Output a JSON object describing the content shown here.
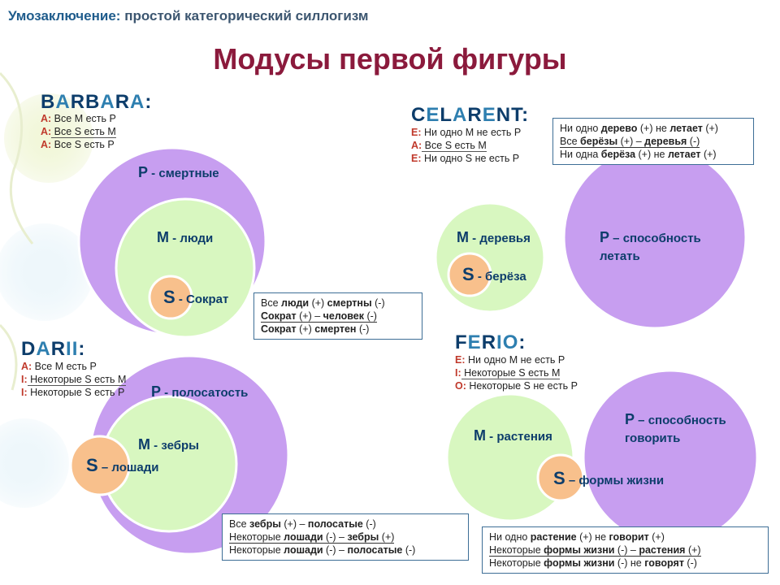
{
  "header": {
    "lead": "Умозаключение:",
    "rest": " простой категорический силлогизм"
  },
  "title": "Модусы первой фигуры",
  "modes": {
    "barbara": {
      "name": [
        {
          "t": "B",
          "k": "c"
        },
        {
          "t": "A",
          "k": "v"
        },
        {
          "t": "RB",
          "k": "c"
        },
        {
          "t": "A",
          "k": "v"
        },
        {
          "t": "R",
          "k": "c"
        },
        {
          "t": "A",
          "k": "v"
        },
        {
          "t": ":",
          "k": "c"
        }
      ],
      "premises": [
        {
          "l": "A:",
          "t": " Все М есть Р",
          "u": false
        },
        {
          "l": "A:",
          "t": " Все S есть М",
          "u": true
        },
        {
          "l": "A:",
          "t": " Все S есть Р",
          "u": false
        }
      ],
      "terms": {
        "P": {
          "letter": "Р",
          "label": " - смертные"
        },
        "M": {
          "letter": "М",
          "label": " - люди"
        },
        "S": {
          "letter": "S",
          "label": " - Сократ"
        }
      },
      "example": [
        {
          "html": "Все <b>люди</b> (+) <b>смертны</b> (-)",
          "u": false
        },
        {
          "html": "<b>Сократ</b> (+) – <b>человек</b> (-)",
          "u": true
        },
        {
          "html": "<b>Сократ</b> (+) <b>смертен</b> (-)",
          "u": false
        }
      ]
    },
    "celarent": {
      "name": [
        {
          "t": "C",
          "k": "c"
        },
        {
          "t": "E",
          "k": "v"
        },
        {
          "t": "L",
          "k": "c"
        },
        {
          "t": "A",
          "k": "v"
        },
        {
          "t": "R",
          "k": "c"
        },
        {
          "t": "E",
          "k": "v"
        },
        {
          "t": "NT:",
          "k": "c"
        }
      ],
      "premises": [
        {
          "l": "E:",
          "t": " Ни одно М не есть Р",
          "u": false
        },
        {
          "l": "A:",
          "t": " Все S есть М",
          "u": true
        },
        {
          "l": "E:",
          "t": " Ни одно S не есть Р",
          "u": false
        }
      ],
      "terms": {
        "P": {
          "letter": "Р",
          "label": " – способность летать"
        },
        "M": {
          "letter": "М",
          "label": " - деревья"
        },
        "S": {
          "letter": "S",
          "label": " - берёза"
        }
      },
      "example": [
        {
          "html": "Ни одно <b>дерево</b> (+) не <b>летает</b> (+)",
          "u": false
        },
        {
          "html": "Все <b>берёзы</b> (+) – <b>деревья</b> (-)",
          "u": true
        },
        {
          "html": "Ни одна <b>берёза</b> (+) не <b>летает</b> (+)",
          "u": false
        }
      ]
    },
    "darii": {
      "name": [
        {
          "t": "D",
          "k": "c"
        },
        {
          "t": "A",
          "k": "v"
        },
        {
          "t": "R",
          "k": "c"
        },
        {
          "t": "II",
          "k": "v"
        },
        {
          "t": ":",
          "k": "c"
        }
      ],
      "premises": [
        {
          "l": "A:",
          "t": " Все М есть Р",
          "u": false
        },
        {
          "l": "I:",
          "t": " Некоторые S есть М",
          "u": true
        },
        {
          "l": "I:",
          "t": " Некоторые S есть Р",
          "u": false
        }
      ],
      "terms": {
        "P": {
          "letter": "Р",
          "label": " - полосатость"
        },
        "M": {
          "letter": "М",
          "label": " - зебры"
        },
        "S": {
          "letter": "S",
          "label": " – лошади"
        }
      },
      "example": [
        {
          "html": "Все <b>зебры</b> (+) – <b>полосатые</b> (-)",
          "u": false
        },
        {
          "html": "Некоторые <b>лошади</b> (-) – <b>зебры</b> (+)",
          "u": true
        },
        {
          "html": "Некоторые <b>лошади</b> (-) – <b>полосатые</b> (-)",
          "u": false
        }
      ]
    },
    "ferio": {
      "name": [
        {
          "t": "F",
          "k": "c"
        },
        {
          "t": "E",
          "k": "v"
        },
        {
          "t": "R",
          "k": "c"
        },
        {
          "t": "IO",
          "k": "v"
        },
        {
          "t": ":",
          "k": "c"
        }
      ],
      "premises": [
        {
          "l": "E:",
          "t": " Ни одно М не есть Р",
          "u": false
        },
        {
          "l": "I:",
          "t": " Некоторые S есть М",
          "u": true
        },
        {
          "l": "O:",
          "t": " Некоторые S не есть Р",
          "u": false
        }
      ],
      "terms": {
        "P": {
          "letter": "Р",
          "label": " – способность говорить"
        },
        "M": {
          "letter": "М",
          "label": " - растения"
        },
        "S": {
          "letter": "S",
          "label": " – формы жизни"
        }
      },
      "example": [
        {
          "html": "Ни одно <b>растение</b> (+) не <b>говорит</b> (+)",
          "u": false
        },
        {
          "html": "Некоторые <b>формы жизни</b> (-) – <b>растения</b> (+)",
          "u": true
        },
        {
          "html": "Некоторые <b>формы жизни</b> (-) не <b>говорят</b> (-)",
          "u": false
        }
      ]
    }
  },
  "colors": {
    "purple": "#c79ef0",
    "green": "#d8f7c0",
    "orange": "#f8c08c",
    "title": "#8b1a3c"
  }
}
